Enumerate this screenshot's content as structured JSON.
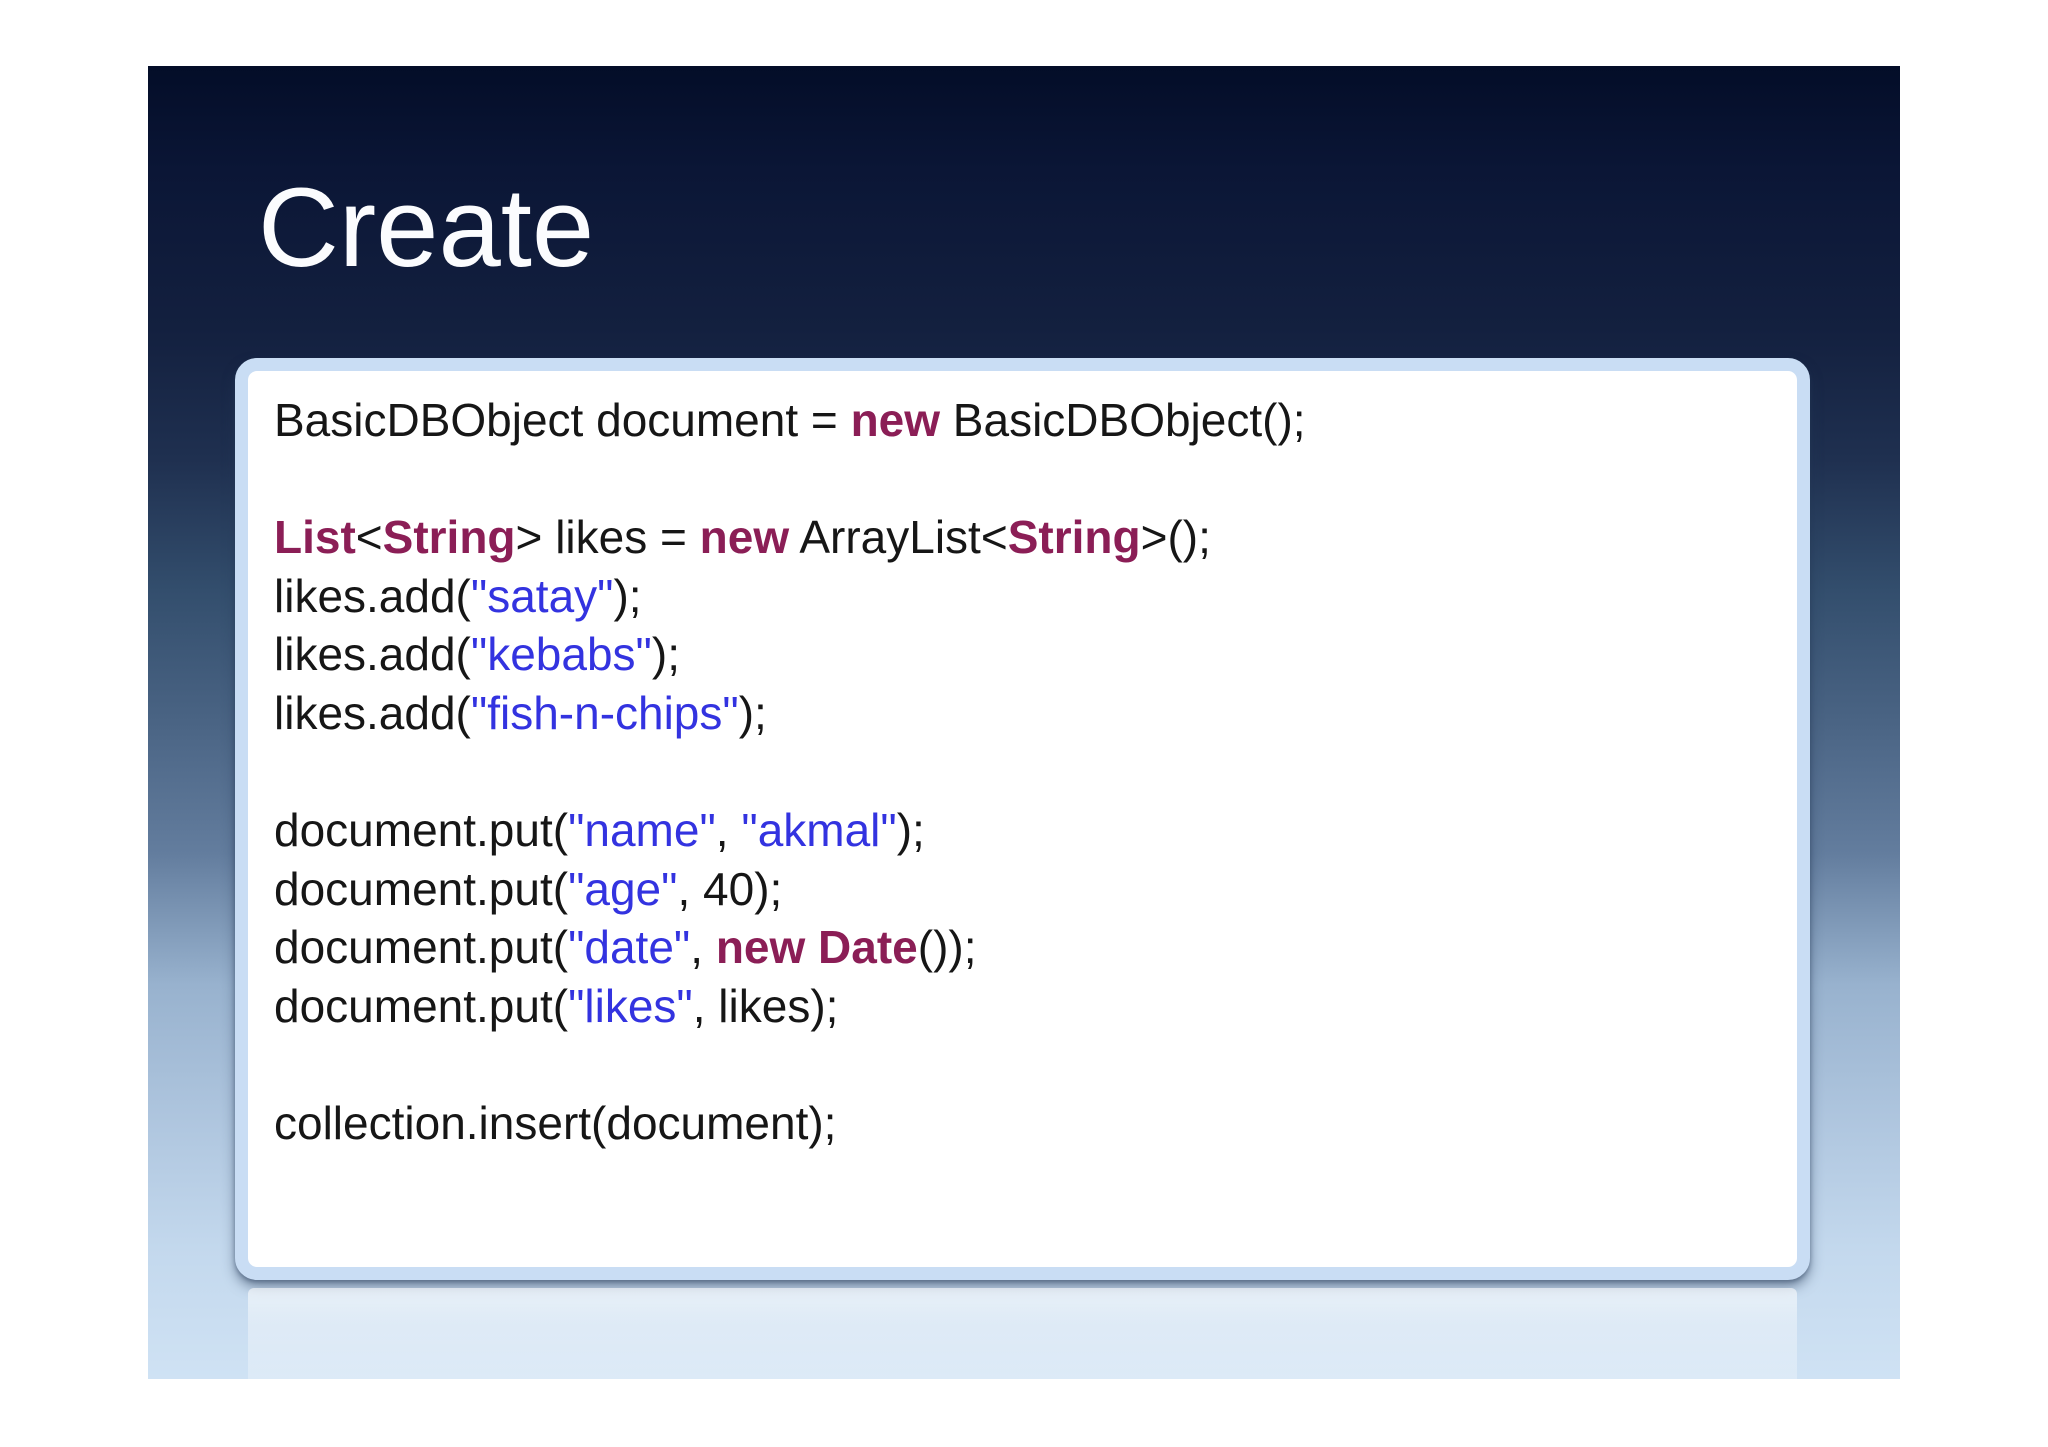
{
  "slide": {
    "title": "Create"
  },
  "colors": {
    "title_text": "#fbfcfe",
    "code_text": "#161616",
    "keyword": "#8b1e56",
    "string": "#3333e0",
    "panel_border": "#c9ddf4",
    "panel_background": "#ffffff"
  },
  "code_block": {
    "language": "java",
    "lines": [
      [
        {
          "text": "BasicDBObject document = ",
          "style": "plain"
        },
        {
          "text": "new",
          "style": "keyword"
        },
        {
          "text": " BasicDBObject();",
          "style": "plain"
        }
      ],
      [],
      [
        {
          "text": "List",
          "style": "keyword"
        },
        {
          "text": "<",
          "style": "plain"
        },
        {
          "text": "String",
          "style": "keyword"
        },
        {
          "text": "> likes = ",
          "style": "plain"
        },
        {
          "text": "new",
          "style": "keyword"
        },
        {
          "text": " ArrayList<",
          "style": "plain"
        },
        {
          "text": "String",
          "style": "keyword"
        },
        {
          "text": ">();",
          "style": "plain"
        }
      ],
      [
        {
          "text": "likes.add(",
          "style": "plain"
        },
        {
          "text": "\"satay\"",
          "style": "string"
        },
        {
          "text": ");",
          "style": "plain"
        }
      ],
      [
        {
          "text": "likes.add(",
          "style": "plain"
        },
        {
          "text": "\"kebabs\"",
          "style": "string"
        },
        {
          "text": ");",
          "style": "plain"
        }
      ],
      [
        {
          "text": "likes.add(",
          "style": "plain"
        },
        {
          "text": "\"fish-n-chips\"",
          "style": "string"
        },
        {
          "text": ");",
          "style": "plain"
        }
      ],
      [],
      [
        {
          "text": "document.put(",
          "style": "plain"
        },
        {
          "text": "\"name\"",
          "style": "string"
        },
        {
          "text": ", ",
          "style": "plain"
        },
        {
          "text": "\"akmal\"",
          "style": "string"
        },
        {
          "text": ");",
          "style": "plain"
        }
      ],
      [
        {
          "text": "document.put(",
          "style": "plain"
        },
        {
          "text": "\"age\"",
          "style": "string"
        },
        {
          "text": ", 40);",
          "style": "plain"
        }
      ],
      [
        {
          "text": "document.put(",
          "style": "plain"
        },
        {
          "text": "\"date\"",
          "style": "string"
        },
        {
          "text": ", ",
          "style": "plain"
        },
        {
          "text": "new Date",
          "style": "keyword"
        },
        {
          "text": "());",
          "style": "plain"
        }
      ],
      [
        {
          "text": "document.put(",
          "style": "plain"
        },
        {
          "text": "\"likes\"",
          "style": "string"
        },
        {
          "text": ", likes);",
          "style": "plain"
        }
      ],
      [],
      [
        {
          "text": "collection.insert(document);",
          "style": "plain"
        }
      ]
    ]
  }
}
